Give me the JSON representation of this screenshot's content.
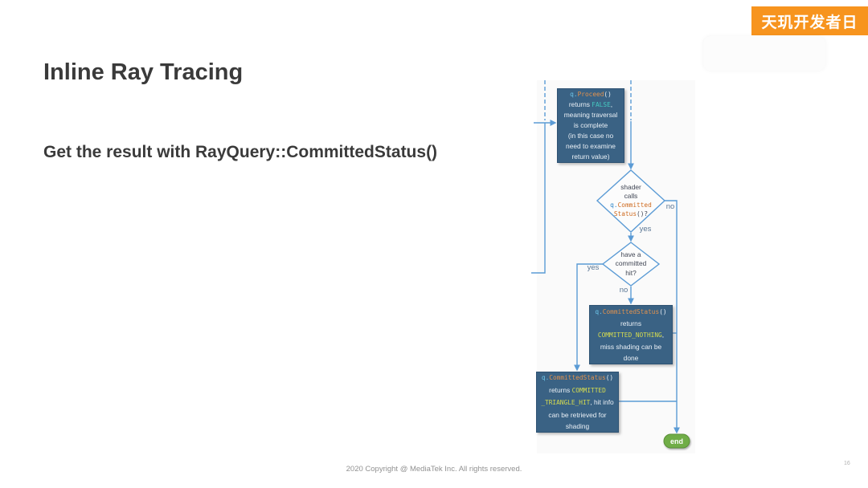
{
  "slide": {
    "badge": "天玑开发者日",
    "title": "Inline Ray Tracing",
    "subtitle": "Get the result with RayQuery::CommittedStatus()",
    "footer": "2020 Copyright @ MediaTek Inc. All rights reserved.",
    "page_number": "16"
  },
  "colors": {
    "badge_orange": "#F7941E",
    "flow_line_blue": "#5B9BD5",
    "box_fill_blue": "#3A6284",
    "end_green": "#70AD47",
    "code_blue": "#6CC4E8",
    "code_orange": "#E2924E",
    "code_teal": "#45C8C0",
    "code_yellow": "#D6DC4F"
  },
  "flowchart": {
    "proceed_box": {
      "lines": [
        [
          {
            "c": "b",
            "t": "q."
          },
          {
            "c": "o",
            "t": "Proceed"
          },
          {
            "c": "m",
            "t": "()"
          }
        ],
        [
          {
            "c": "w",
            "t": "returns "
          },
          {
            "c": "t",
            "t": "FALSE"
          },
          {
            "c": "w",
            "t": ","
          }
        ],
        [
          {
            "c": "w",
            "t": "meaning traversal"
          }
        ],
        [
          {
            "c": "w",
            "t": "is complete"
          }
        ],
        [
          {
            "c": "w",
            "t": "(in this case no"
          }
        ],
        [
          {
            "c": "w",
            "t": "need to examine"
          }
        ],
        [
          {
            "c": "w",
            "t": "return value)"
          }
        ]
      ]
    },
    "status_decision": {
      "lines": [
        [
          {
            "c": "d",
            "t": "shader"
          }
        ],
        [
          {
            "c": "d",
            "t": "calls"
          }
        ],
        [
          {
            "c": "db",
            "t": "q."
          },
          {
            "c": "do",
            "t": "Committed"
          }
        ],
        [
          {
            "c": "do",
            "t": "Status"
          },
          {
            "c": "dm",
            "t": "()?"
          }
        ]
      ]
    },
    "hit_decision": {
      "lines": [
        [
          {
            "c": "d",
            "t": "have a"
          }
        ],
        [
          {
            "c": "d",
            "t": "committed"
          }
        ],
        [
          {
            "c": "d",
            "t": "hit?"
          }
        ]
      ]
    },
    "nothing_box": {
      "lines": [
        [
          {
            "c": "b",
            "t": "q."
          },
          {
            "c": "o",
            "t": "CommittedStatus"
          },
          {
            "c": "m",
            "t": "()"
          }
        ],
        [
          {
            "c": "w",
            "t": "returns"
          }
        ],
        [
          {
            "c": "y",
            "t": "COMMITTED_NOTHING"
          },
          {
            "c": "w",
            "t": ","
          }
        ],
        [
          {
            "c": "w",
            "t": "miss shading can be"
          }
        ],
        [
          {
            "c": "w",
            "t": "done"
          }
        ]
      ]
    },
    "triangle_box": {
      "lines": [
        [
          {
            "c": "b",
            "t": "q."
          },
          {
            "c": "o",
            "t": "CommittedStatus"
          },
          {
            "c": "m",
            "t": "()"
          }
        ],
        [
          {
            "c": "w",
            "t": "returns "
          },
          {
            "c": "y",
            "t": "COMMITTED"
          }
        ],
        [
          {
            "c": "y",
            "t": "_TRIANGLE_HIT"
          },
          {
            "c": "w",
            "t": ", hit info"
          }
        ],
        [
          {
            "c": "w",
            "t": "can be retrieved for"
          }
        ],
        [
          {
            "c": "w",
            "t": "shading"
          }
        ]
      ]
    },
    "labels": {
      "status_no": "no",
      "status_yes": "yes",
      "hit_yes": "yes",
      "hit_no": "no"
    },
    "end_label": "end"
  }
}
